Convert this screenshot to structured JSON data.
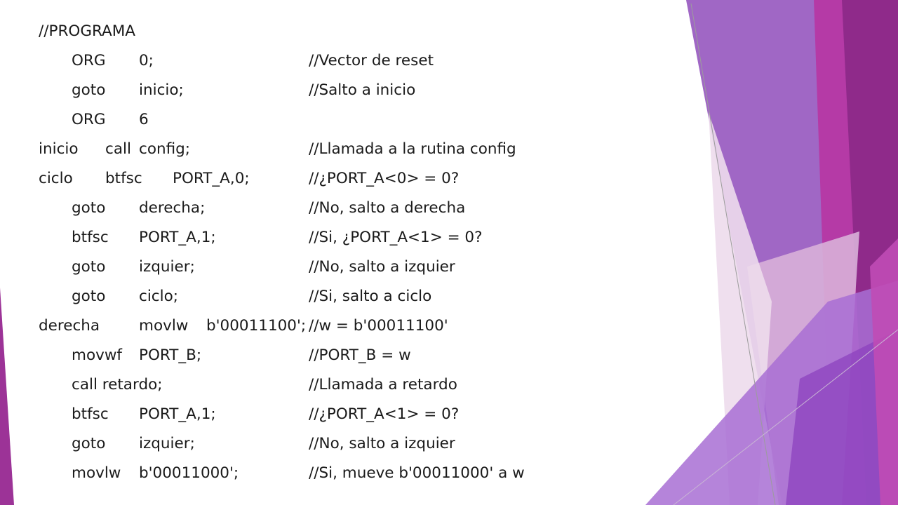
{
  "lines": [
    [
      "//PROGRAMA"
    ],
    [
      "ORG",
      "0;",
      "//Vector de reset"
    ],
    [
      "goto",
      "inicio;",
      "//Salto a inicio"
    ],
    [
      "ORG",
      "6"
    ],
    [
      "inicio",
      "call",
      "config;",
      "//Llamada a la rutina config"
    ],
    [
      "ciclo",
      "btfsc",
      "PORT_A,0;",
      "//¿PORT_A<0> = 0?"
    ],
    [
      "goto",
      "derecha;",
      "//No, salto a derecha"
    ],
    [
      "btfsc",
      "PORT_A,1;",
      "//Si, ¿PORT_A<1> = 0?"
    ],
    [
      "goto",
      "izquier;",
      "//No, salto a izquier"
    ],
    [
      "goto",
      "ciclo;",
      "//Si, salto a ciclo"
    ],
    [
      "derecha",
      "movlw",
      "b'00011100';",
      "//w = b'00011100'"
    ],
    [
      "movwf",
      "PORT_B;",
      "//PORT_B = w"
    ],
    [
      "call retardo;",
      "//Llamada a retardo"
    ],
    [
      "btfsc",
      "PORT_A,1;",
      "//¿PORT_A<1> = 0?"
    ],
    [
      "goto",
      "izquier;",
      "//No, salto a izquier"
    ],
    [
      "movlw",
      "b'00011000';",
      "//Si, mueve b'00011000' a w"
    ]
  ],
  "colors": {
    "purple_dark": "#8e2f95",
    "purple_mid": "#9b59c4",
    "purple_light": "#e6cde6",
    "magenta": "#b03aa8",
    "text": "#1a1a1a"
  }
}
